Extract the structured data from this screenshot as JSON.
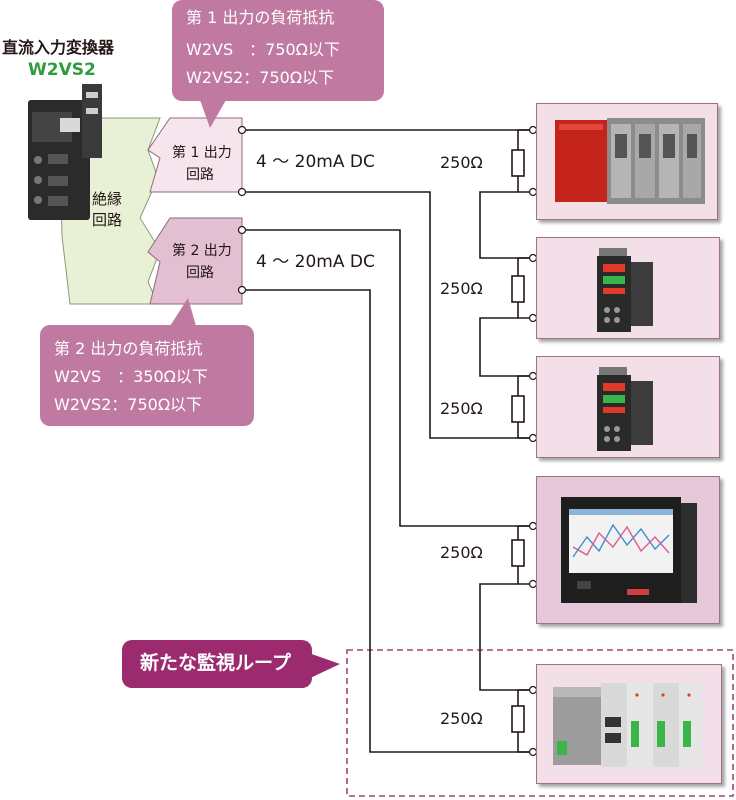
{
  "converter": {
    "title": "直流入力変換器",
    "model": "W2VS2",
    "isolation_label": [
      "絶縁",
      "回路"
    ]
  },
  "output1": {
    "circuit_label": [
      "第 1 出力",
      "回路"
    ],
    "signal": "4 ～ 20mA DC",
    "callout": [
      "第 1 出力の負荷抵抗",
      "W2VS　：750Ω以下",
      "W2VS2：750Ω以下"
    ]
  },
  "output2": {
    "circuit_label": [
      "第 2 出力",
      "回路"
    ],
    "signal": "4 ～ 20mA DC",
    "callout": [
      "第 2 出力の負荷抵抗",
      "W2VS　：350Ω以下",
      "W2VS2：750Ω以下"
    ]
  },
  "resistors": [
    "250Ω",
    "250Ω",
    "250Ω",
    "250Ω",
    "250Ω"
  ],
  "new_loop_label": "新たな監視ループ",
  "colors": {
    "callout": "#c07aa2",
    "loop_label": "#9b2a6f",
    "model_text": "#2e9c3c",
    "isolation_fill": "#e8f0d5",
    "output1_fill": "#f7e5ee",
    "output2_fill": "#e3bfd2",
    "device_bg": "#f3dfe8",
    "dashed_box": "#a0447a"
  },
  "devices": [
    "plc",
    "controller",
    "controller",
    "recorder",
    "io-module"
  ]
}
